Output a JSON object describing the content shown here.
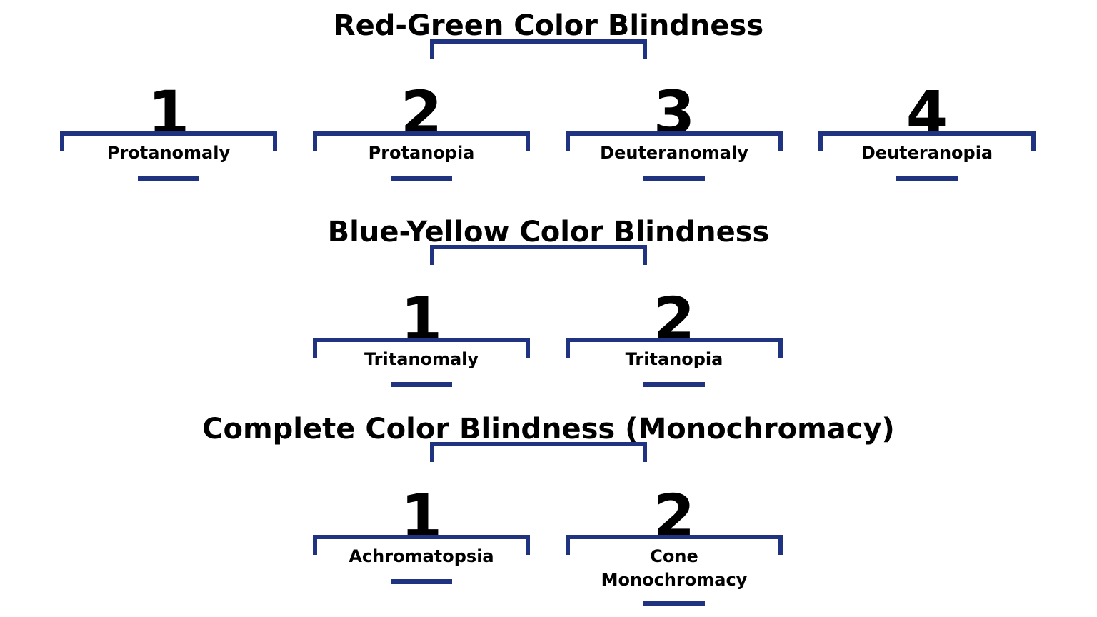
{
  "accent_color": "#1f3380",
  "sections": [
    {
      "title": "Red-Green Color Blindness",
      "items": [
        {
          "number": "1",
          "label": "Protanomaly"
        },
        {
          "number": "2",
          "label": "Protanopia"
        },
        {
          "number": "3",
          "label": "Deuteranomaly"
        },
        {
          "number": "4",
          "label": "Deuteranopia"
        }
      ]
    },
    {
      "title": "Blue-Yellow Color Blindness",
      "items": [
        {
          "number": "1",
          "label": "Tritanomaly"
        },
        {
          "number": "2",
          "label": "Tritanopia"
        }
      ]
    },
    {
      "title": "Complete Color Blindness (Monochromacy)",
      "items": [
        {
          "number": "1",
          "label": "Achromatopsia"
        },
        {
          "number": "2",
          "label_line1": "Cone",
          "label_line2": "Monochromacy"
        }
      ]
    }
  ]
}
